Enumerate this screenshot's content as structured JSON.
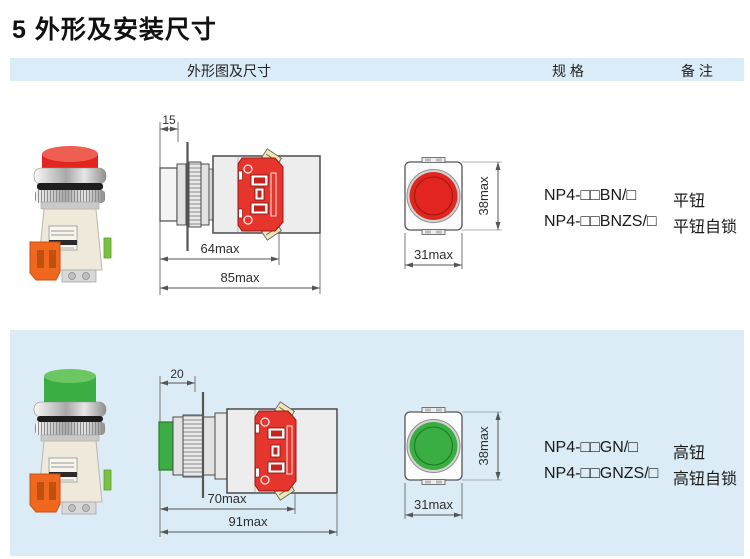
{
  "page": {
    "title": "5 外形及安装尺寸"
  },
  "table": {
    "header": {
      "drawing_col": "外形图及尺寸",
      "spec_col": "规 格",
      "note_col": "备 注"
    },
    "rows": [
      {
        "type": "flat-button",
        "button_color": "#e2251f",
        "button_color_light": "#ef5e52",
        "button_color_dark": "#9c1712",
        "side_view": {
          "protrusion": "15",
          "inner_length": "64max",
          "total_length": "85max"
        },
        "front_view": {
          "width": "31max",
          "height": "38max"
        },
        "specs": [
          {
            "model": "NP4-□□BN/□",
            "note": "平钮"
          },
          {
            "model": "NP4-□□BNZS/□",
            "note": "平钮自锁"
          }
        ]
      },
      {
        "type": "high-button",
        "button_color": "#3aad43",
        "button_color_light": "#6cc763",
        "button_color_dark": "#1e7a27",
        "side_view": {
          "protrusion": "20",
          "inner_length": "70max",
          "total_length": "91max"
        },
        "front_view": {
          "width": "31max",
          "height": "38max"
        },
        "specs": [
          {
            "model": "NP4-□□GN/□",
            "note": "高钮"
          },
          {
            "model": "NP4-□□GNZS/□",
            "note": "高钮自锁"
          }
        ]
      }
    ]
  },
  "colors": {
    "header_bg": "#d9ecf7",
    "row_alt_bg": "#dbecf7",
    "contact_block": "#e5352c",
    "clip_orange": "#f0681f",
    "tab_green": "#7cc142"
  }
}
